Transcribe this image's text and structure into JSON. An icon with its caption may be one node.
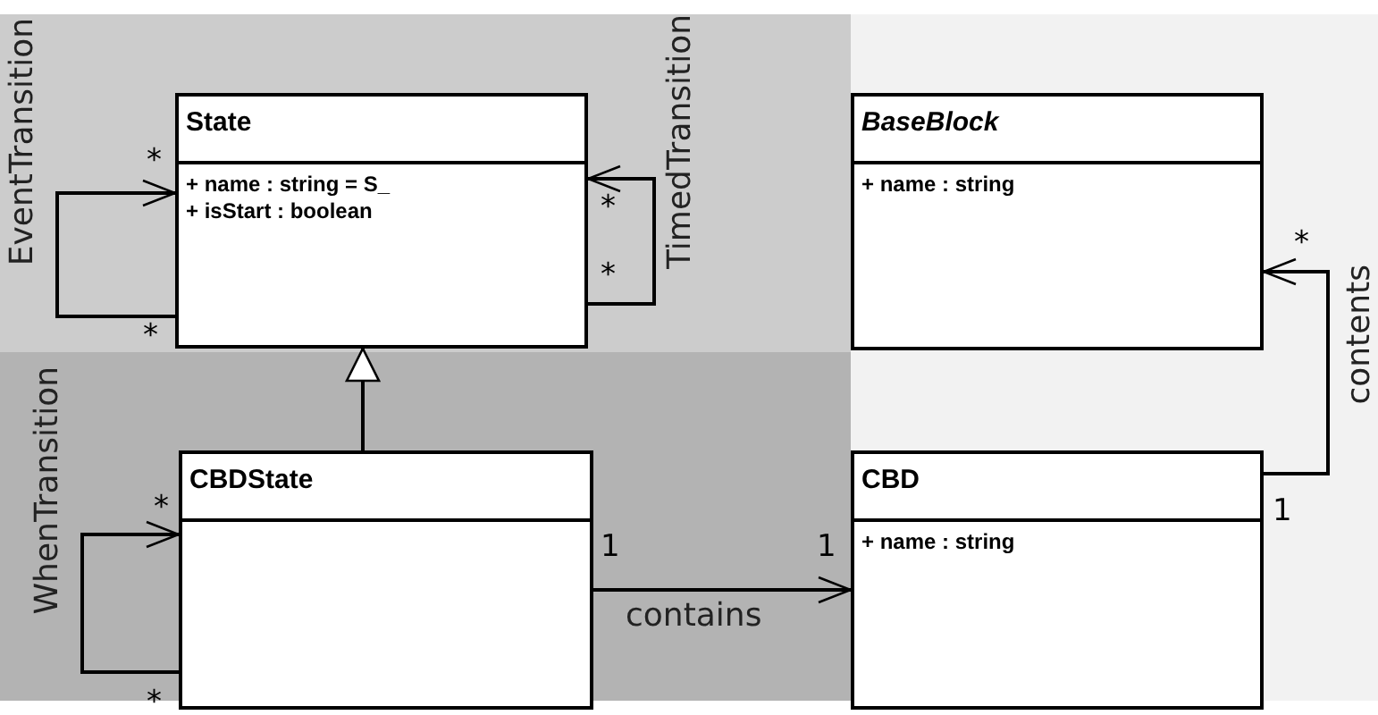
{
  "diagram": {
    "nodes": [
      {
        "text": [
          "State",
          "+ name : string = S_",
          "+ isStart : boolean"
        ]
      },
      {
        "text": [
          "BaseBlock",
          "+ name : string"
        ]
      },
      {
        "text": [
          "CBDState"
        ]
      },
      {
        "text": [
          "CBD",
          "+ name : string"
        ]
      }
    ],
    "edges": [
      {
        "from": 0,
        "to": 0,
        "arrow": "to",
        "label": "EventTransition"
      },
      {
        "from": 0,
        "to": 0,
        "arrow": "to",
        "label": "TimedTransition"
      },
      {
        "from": 2,
        "to": 0,
        "arrow": "to"
      },
      {
        "from": 2,
        "to": 2,
        "arrow": "to",
        "label": "WhenTransition"
      },
      {
        "from": 2,
        "to": 3,
        "arrow": "to",
        "label": "contains"
      },
      {
        "from": 3,
        "to": 1,
        "arrow": "to",
        "label": "contents"
      }
    ],
    "labels": [
      "*",
      "*",
      "*",
      "*",
      "*",
      "*",
      "1",
      "1",
      "1",
      "*"
    ]
  }
}
